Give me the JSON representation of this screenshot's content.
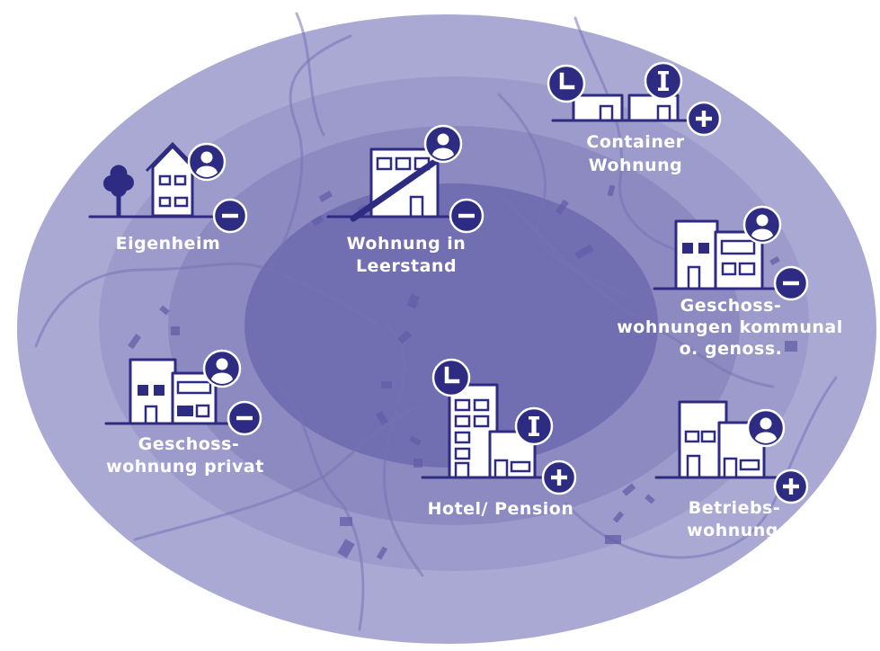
{
  "colors": {
    "ring_outer": "#aaa9d4",
    "ring_2": "#9d9bcb",
    "ring_3": "#8d8ac2",
    "ring_inner": "#716eb2",
    "icon_navy": "#2e2c82",
    "label_text": "#ffffff"
  },
  "housing_types": {
    "eigenheim": {
      "label": [
        "Eigenheim"
      ],
      "icons": [
        "house-icon",
        "tree-icon",
        "person-icon",
        "minus-icon"
      ]
    },
    "wohnung_leerstand": {
      "label": [
        "Wohnung in",
        "Leerstand"
      ],
      "icons": [
        "building-icon",
        "strike-through-icon",
        "person-icon",
        "minus-icon"
      ]
    },
    "container_wohnung": {
      "label": [
        "Container",
        "Wohnung"
      ],
      "icons": [
        "container-icon",
        "clock-icon",
        "info-icon",
        "plus-icon"
      ]
    },
    "geschosswohnungen_kommunal": {
      "label": [
        "Geschoss-",
        "wohnungen kommunal",
        "o. genoss."
      ],
      "icons": [
        "apartment-building-icon",
        "person-icon",
        "minus-icon"
      ]
    },
    "geschosswohnung_privat": {
      "label": [
        "Geschoss-",
        "wohnung privat"
      ],
      "icons": [
        "apartment-building-icon",
        "person-icon",
        "minus-icon"
      ]
    },
    "hotel_pension": {
      "label": [
        "Hotel/ Pension"
      ],
      "icons": [
        "hotel-building-icon",
        "clock-icon",
        "info-icon",
        "plus-icon"
      ]
    },
    "betriebswohnung": {
      "label": [
        "Betriebs-",
        "wohnung"
      ],
      "icons": [
        "company-building-icon",
        "person-icon",
        "plus-icon"
      ]
    }
  }
}
